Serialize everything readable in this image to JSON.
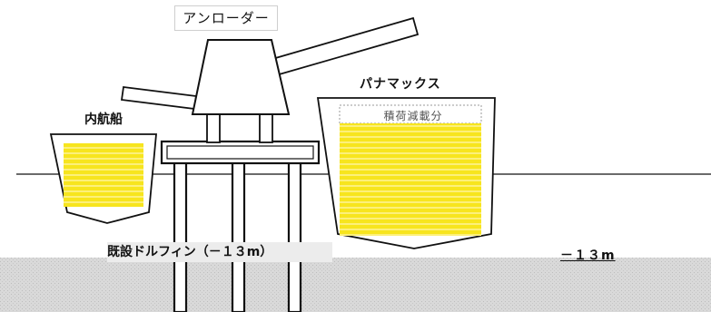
{
  "labels": {
    "unloader": "アンローダー",
    "coastal_ship": "内航船",
    "panamax": "パナマックス",
    "cargo_reduction": "積荷減載分",
    "existing_dolphin": "既設ドルフィン（－１３m）",
    "depth": "－１３m"
  },
  "colors": {
    "cargo": "#f7e51e",
    "cargo_stripe": "#fff6a3",
    "seabed": "#d9d9d9",
    "outline": "#111111"
  }
}
